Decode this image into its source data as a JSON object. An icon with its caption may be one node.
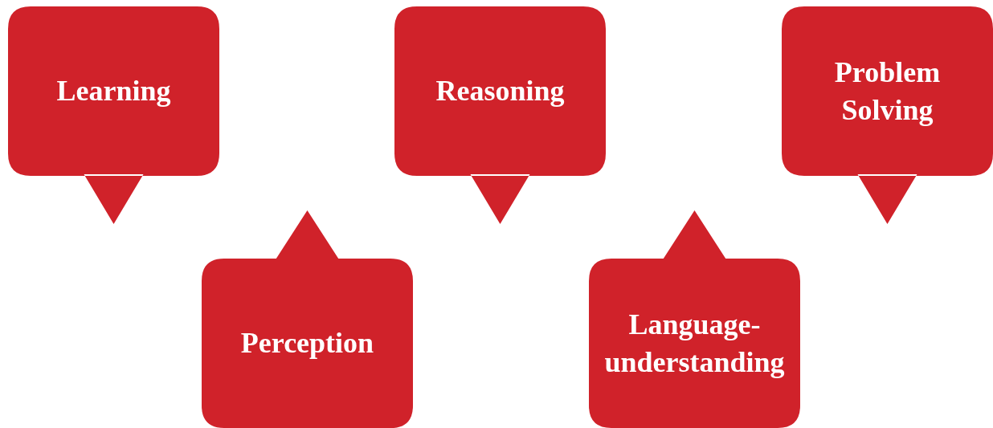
{
  "diagram": {
    "nodes": [
      {
        "text": [
          "Learning"
        ]
      },
      {
        "text": [
          "Perception"
        ]
      },
      {
        "text": [
          "Reasoning"
        ]
      },
      {
        "text": [
          "Language-understanding"
        ]
      },
      {
        "text": [
          "Problem Solving"
        ]
      }
    ]
  }
}
